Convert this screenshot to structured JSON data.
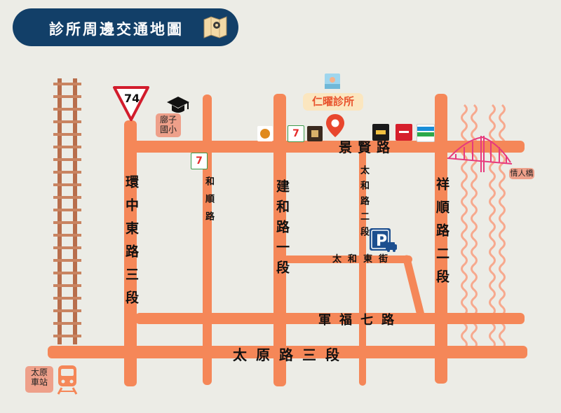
{
  "title": "診所周邊交通地圖",
  "clinic": {
    "name": "仁曜診所",
    "pin_color": "#e8462d"
  },
  "colors": {
    "road": "#f58758",
    "title_bg": "#123f68",
    "background": "#ecece6",
    "label_bg": "#eea08a"
  },
  "route_shield": "74",
  "roads": {
    "jingxian": "景賢路",
    "huanzhong": "環中東路三段",
    "heshun": "和順路",
    "jianhe": "建和路一段",
    "taihe_2": "太和路二段",
    "xiangshun": "祥順路二段",
    "taihe_east": "太和東街",
    "junfu": "軍福七路",
    "taiyuan": "太原路三段"
  },
  "landmarks": {
    "school": "廍子國小",
    "bridge": "情人橋",
    "station": "太原車站"
  },
  "icons": [
    "map-icon",
    "school-icon",
    "seven-eleven-icon",
    "parking-icon",
    "train-icon",
    "railway-icon",
    "river-icon",
    "bridge-icon",
    "location-pin-icon",
    "building-icon",
    "store-icon"
  ]
}
